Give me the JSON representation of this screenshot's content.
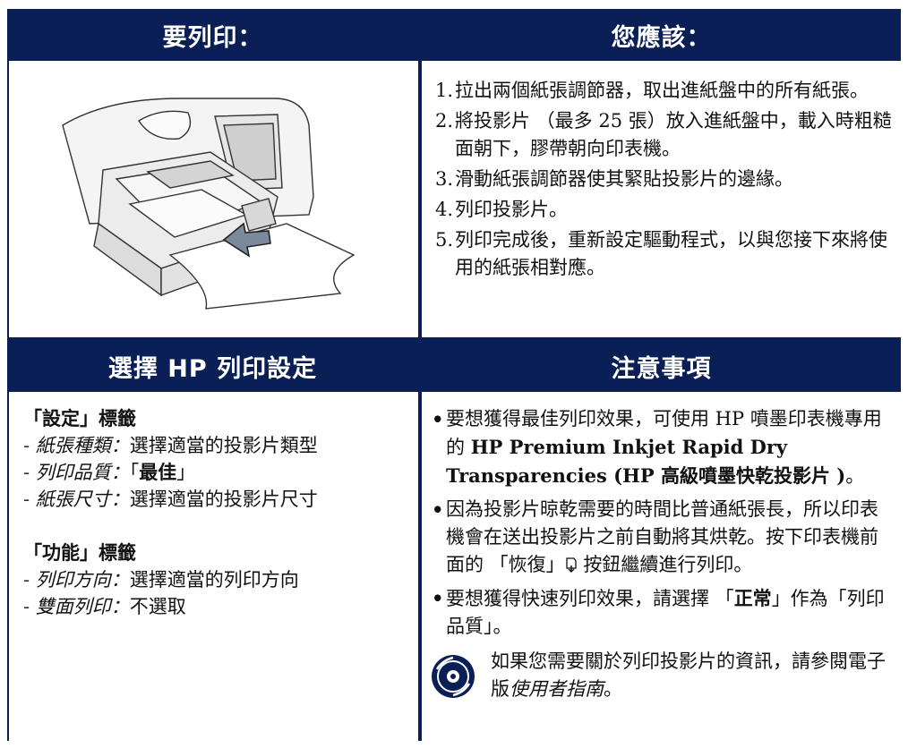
{
  "headers": {
    "to_print": "要列印：",
    "you_should": "您應該：",
    "select_settings": "選擇 HP 列印設定",
    "notes": "注意事項"
  },
  "steps": [
    {
      "num": "1.",
      "text": "拉出兩個紙張調節器，取出進紙盤中的所有紙張。"
    },
    {
      "num": "2.",
      "text": "將投影片 （最多 25 張）放入進紙盤中，載入時粗糙面朝下，膠帶朝向印表機。"
    },
    {
      "num": "3.",
      "text": "滑動紙張調節器使其緊貼投影片的邊緣。"
    },
    {
      "num": "4.",
      "text": "列印投影片。"
    },
    {
      "num": "5.",
      "text": "列印完成後，重新設定驅動程式，以與您接下來將使用的紙張相對應。"
    }
  ],
  "settings": {
    "setup_tab": "「設定」標籤",
    "paper_type_label": "紙張種類：",
    "paper_type_value": "選擇適當的投影片類型",
    "quality_label": "列印品質：",
    "quality_open": "「",
    "quality_value": "最佳",
    "quality_close": "」",
    "paper_size_label": "紙張尺寸：",
    "paper_size_value": "選擇適當的投影片尺寸",
    "features_tab": "「功能」標籤",
    "orientation_label": "列印方向：",
    "orientation_value": "選擇適當的列印方向",
    "duplex_label": "雙面列印：",
    "duplex_value": "不選取",
    "dash": "- "
  },
  "notes": {
    "bullet": "•",
    "n1_pre": "要想獲得最佳列印效果，可使用 HP 噴墨印表機專用的 ",
    "n1_bold": "HP Premium Inkjet Rapid Dry Transparencies (HP 高級噴墨快乾投影片 )",
    "n1_post": "。",
    "n2_pre": "因為投影片晾乾需要的時間比普通紙張長，所以印表機會在送出投影片之前自動將其烘乾。按下印表機前面的 「恢復」",
    "n2_post": " 按鈕繼續進行列印。",
    "n3_pre": "要想獲得快速列印效果，請選擇 「",
    "n3_bold": "正常",
    "n3_post": "」作為「列印品質」。",
    "cd_pre": "如果您需要關於列印投影片的資訊，請參閱電子版",
    "cd_italic": "使用者指南",
    "cd_post": "。"
  },
  "colors": {
    "header_bg": "#0a1f55",
    "header_text": "#ffffff"
  }
}
